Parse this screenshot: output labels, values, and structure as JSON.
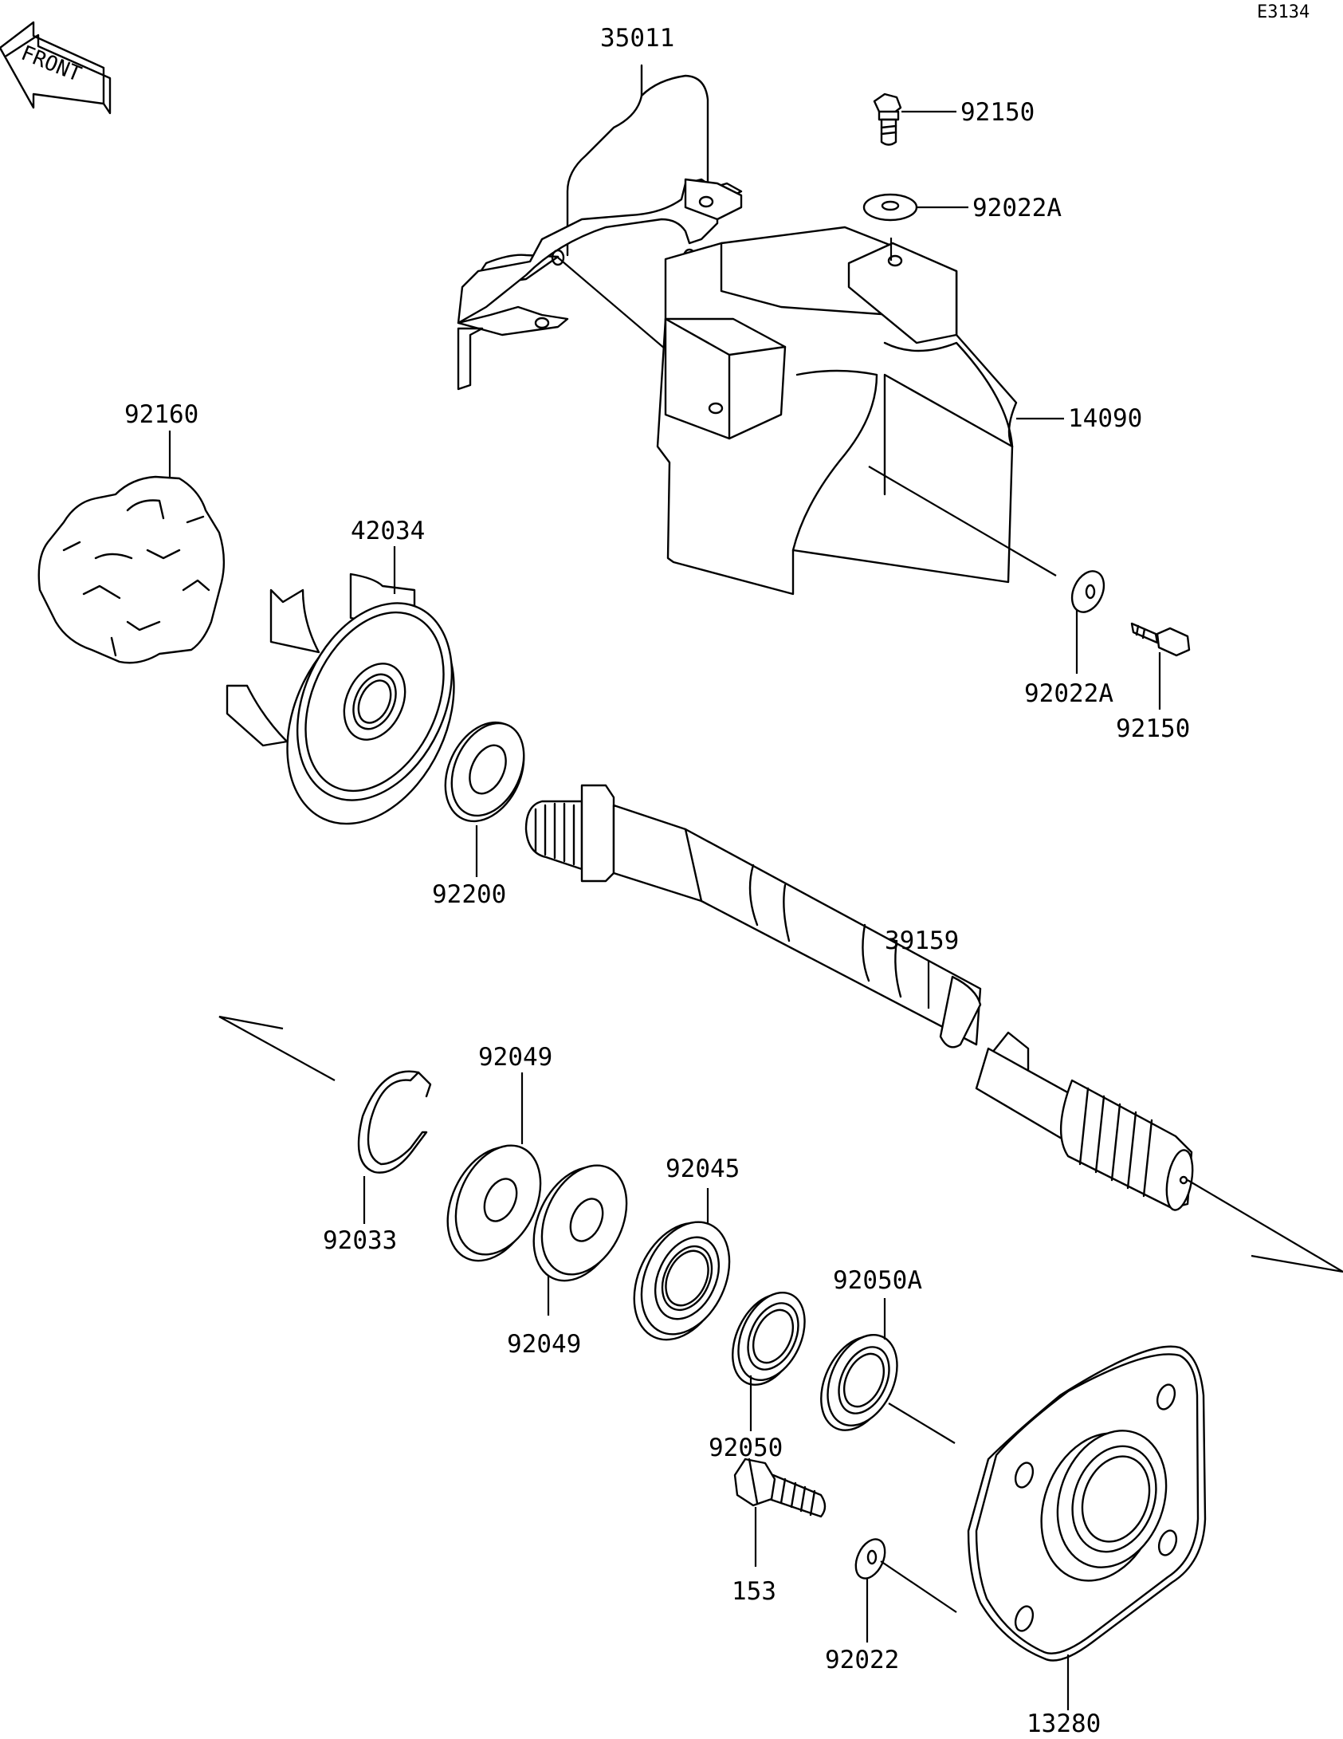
{
  "diagram_code": "E3134",
  "front_label": "FRONT",
  "part_labels": {
    "p35011": "35011",
    "p92150_top": "92150",
    "p92022a_top": "92022A",
    "p14090": "14090",
    "p92022a_bottom": "92022A",
    "p92150_bottom": "92150",
    "p92160": "92160",
    "p42034": "42034",
    "p92200": "92200",
    "p39159": "39159",
    "p92049_top": "92049",
    "p92033": "92033",
    "p92049_bottom": "92049",
    "p92045": "92045",
    "p92050a": "92050A",
    "p92050": "92050",
    "p153": "153",
    "p92022": "92022",
    "p13280": "13280"
  }
}
